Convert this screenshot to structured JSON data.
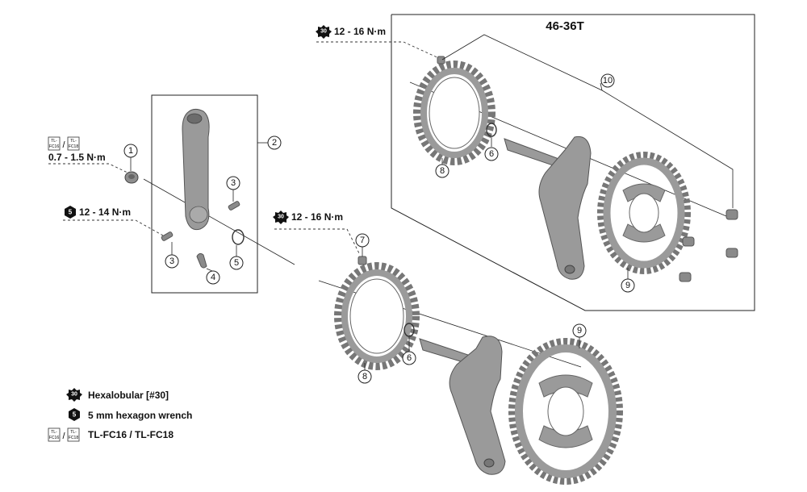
{
  "set_title": "46-36T",
  "torques": {
    "hexalobular_30": "12 - 16 N·m",
    "hexalobular_30_box": "12 - 16 N·m",
    "hex_5mm": "12 - 14 N·m",
    "tl_fc": "0.7 - 1.5 N·m"
  },
  "icons": {
    "hexalobular": "30",
    "hex": "5",
    "tl_top": "TL-",
    "tl_a": "FC16",
    "tl_b": "FC18",
    "slash": "/"
  },
  "legend": {
    "hexalobular": "Hexalobular [#30]",
    "hex": "5 mm hexagon wrench",
    "tl": "TL-FC16 / TL-FC18"
  },
  "callouts": [
    "1",
    "2",
    "3",
    "4",
    "5",
    "6",
    "7",
    "8",
    "9",
    "10"
  ]
}
